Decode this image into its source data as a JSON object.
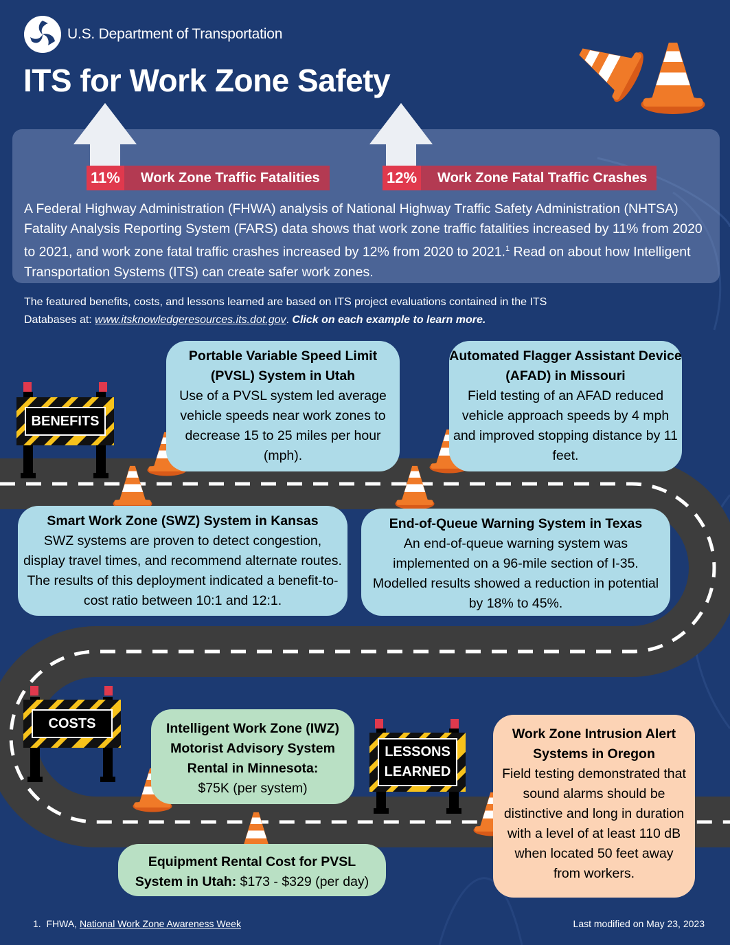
{
  "header": {
    "agency": "U.S. Department of Transportation",
    "title": "ITS for Work Zone Safety",
    "logo_icon": "dot-logo-icon"
  },
  "stats": [
    {
      "percent": "11%",
      "label": "Work Zone Traffic Fatalities"
    },
    {
      "percent": "12%",
      "label": "Work Zone Fatal Traffic Crashes"
    }
  ],
  "intro": {
    "text": "A Federal Highway Administration (FHWA) analysis of National Highway Traffic Safety Administration (NHTSA) Fatality Analysis Reporting System (FARS) data shows that work zone traffic fatalities increased by 11% from 2020 to 2021, and work zone fatal traffic crashes increased by 12% from 2020 to 2021.",
    "footnote_ref": "1",
    "text2": "Read on about how Intelligent Transportation Systems (ITS) can create safer work zones."
  },
  "source_note": {
    "prefix": "The featured benefits, costs, and lessons learned are based on ITS project evaluations contained in the ITS Databases at: ",
    "link": "www.itsknowledgeresources.its.dot.gov",
    "middle": ". ",
    "cta": "Click on each example to learn more."
  },
  "signs": {
    "benefits": "BENEFITS",
    "costs": "COSTS",
    "lessons_line1": "LESSONS",
    "lessons_line2": "LEARNED"
  },
  "benefits": [
    {
      "title": "Portable Variable Speed Limit (PVSL) System in Utah",
      "text": "Use of a PVSL system led average vehicle speeds near work zones to decrease 15 to 25 miles per hour (mph)."
    },
    {
      "title": "Automated Flagger Assistant Device (AFAD) in Missouri",
      "text": "Field testing of an AFAD reduced vehicle approach speeds by 4 mph and improved stopping distance by 11 feet."
    },
    {
      "title": "Smart Work Zone (SWZ) System in Kansas",
      "text": "SWZ systems are proven to detect congestion, display travel times, and recommend alternate routes. The results of this deployment indicated a benefit-to-cost ratio between 10:1 and 12:1."
    },
    {
      "title": "End-of-Queue Warning System in Texas",
      "text": "An end-of-queue warning system was implemented on a 96-mile section of I-35. Modelled results showed a reduction in potential by 18% to 45%."
    }
  ],
  "costs": [
    {
      "title": "Intelligent Work Zone (IWZ) Motorist Advisory System Rental in Minnesota:",
      "text": "$75K (per system)"
    },
    {
      "title": "Equipment Rental Cost for PVSL System in Utah:",
      "text": " $173 - $329 (per day)"
    }
  ],
  "lessons": [
    {
      "title": "Work Zone Intrusion Alert Systems in Oregon",
      "text": "Field testing demonstrated that sound alarms should be distinctive and long in duration with a level of at least 110 dB when located 50 feet away from workers."
    }
  ],
  "footer": {
    "footnote_num": "1.",
    "footnote_source": "FHWA, ",
    "footnote_link": "National Work Zone Awareness Week",
    "modified": "Last modified on May 23, 2023"
  },
  "colors": {
    "background": "#1c3a72",
    "benefit_card": "#aedbe8",
    "cost_card": "#b9e0c4",
    "lesson_card": "#fcd3b5",
    "stat_red": "#e0394d",
    "road": "#3d3d3d",
    "cone": "#f07a28"
  }
}
